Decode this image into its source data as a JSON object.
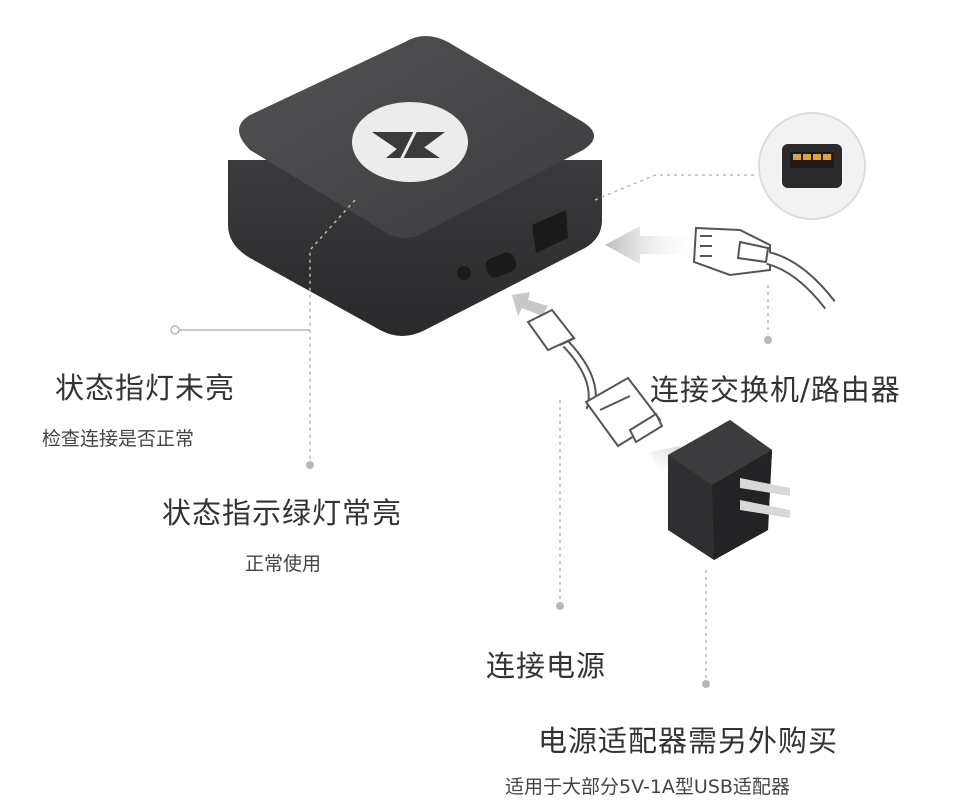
{
  "labels": {
    "indicator_off_title": "状态指灯未亮",
    "indicator_off_sub": "检查连接是否正常",
    "indicator_on_title": "状态指示绿灯常亮",
    "indicator_on_sub": "正常使用",
    "connect_switch": "连接交换机/路由器",
    "connect_power": "连接电源",
    "adapter_title": "电源适配器需另外购买",
    "adapter_sub": "适用于大部分5V-1A型USB适配器"
  },
  "colors": {
    "device_body": "#3a3a3c",
    "device_top": "#4a4a4c",
    "logo_bg": "#ececec",
    "leader_line": "#b8b8b8",
    "port_pins": "#e8a02a",
    "text": "#333333"
  },
  "icons": [
    "device-logo-icon",
    "ethernet-port-icon",
    "rj45-plug-icon",
    "usb-cable-icon",
    "power-adapter-icon",
    "arrow-icon"
  ]
}
